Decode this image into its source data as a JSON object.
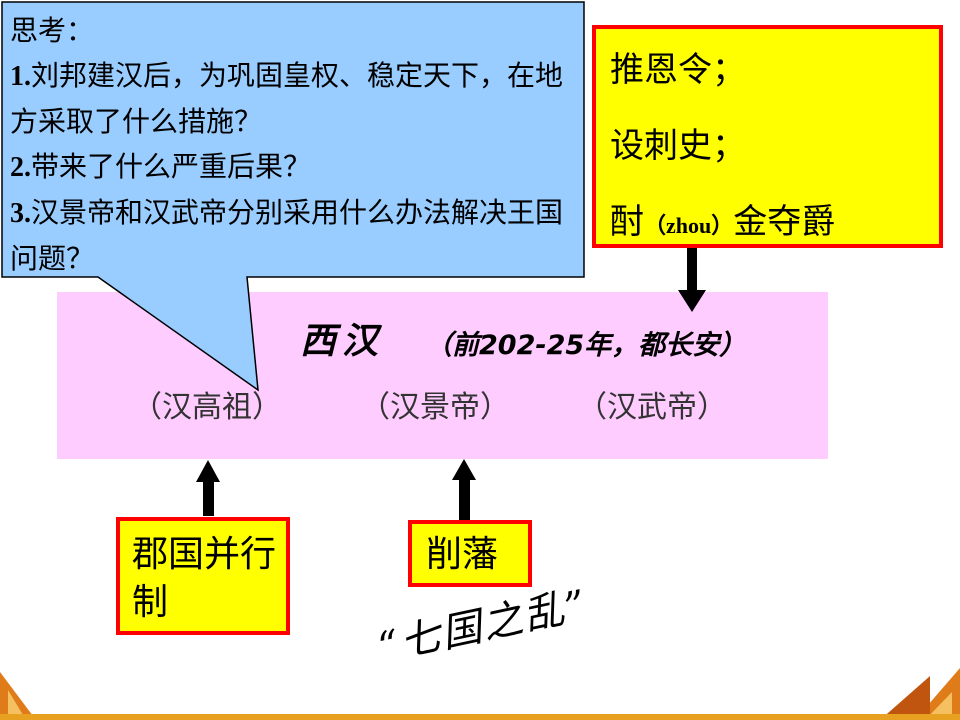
{
  "callout": {
    "heading": "思考：",
    "q1_num": "1.",
    "q1_text": "刘邦建汉后，为巩固皇权、稳定天下，在地方采取了什么措施？",
    "q2_num": "2.",
    "q2_text": "带来了什么严重后果？",
    "q3_num": "3.",
    "q3_text": "汉景帝和汉武帝分别采用什么办法解决王国问题？"
  },
  "dynasty": {
    "name": "西汉",
    "detail": "（前202-25年，都长安）",
    "emperors": [
      "（汉高祖）",
      "（汉景帝）",
      "（汉武帝）"
    ]
  },
  "policies": {
    "line1": "推恩令；",
    "line2": "设刺史；",
    "line3_a": "酎",
    "line3_pinyin": "（zhou）",
    "line3_b": "金夺爵"
  },
  "boxes": {
    "jgbx": "郡国并行制",
    "xuefan": "削藩"
  },
  "rebellion": "“七国之乱”",
  "colors": {
    "callout_fill": "#99ccff",
    "band_fill": "#ffccff",
    "box_fill": "#ffff00",
    "box_border": "#ff0000"
  }
}
